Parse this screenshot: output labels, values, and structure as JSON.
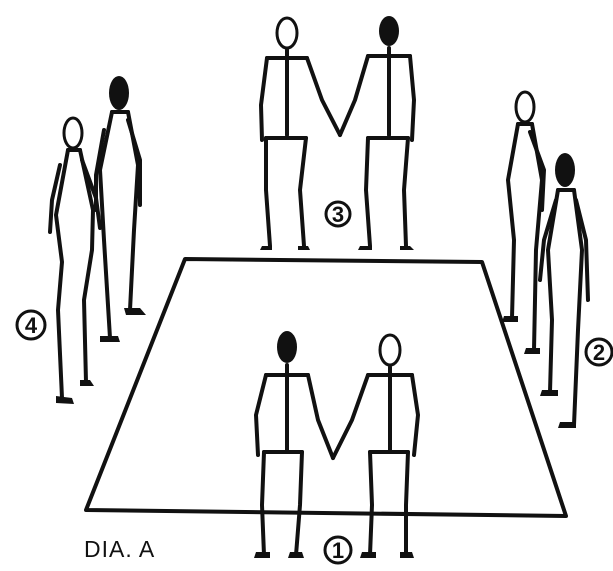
{
  "caption": "DIA. A",
  "positions": [
    {
      "label": "1",
      "pair": [
        "dark",
        "light"
      ]
    },
    {
      "label": "2",
      "pair": [
        "light",
        "dark"
      ]
    },
    {
      "label": "3",
      "pair": [
        "light",
        "dark"
      ]
    },
    {
      "label": "4",
      "pair": [
        "light",
        "dark"
      ]
    }
  ],
  "colors": {
    "ink": "#111111",
    "background": "#ffffff"
  }
}
